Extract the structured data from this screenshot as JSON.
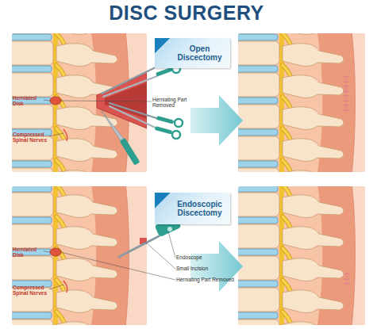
{
  "diagram": {
    "title": "DISC SURGERY",
    "nodes": [
      {
        "text": [
          "Open Discectomy"
        ]
      },
      {
        "text": [
          "Endoscopic Discectomy"
        ]
      }
    ],
    "labels": [
      "Herniated Disk",
      "Compressed Spinal Nerves",
      "Herniating Part Removed",
      "Herniated Disk",
      "Compressed Spinal Nerves",
      "Endoscope",
      "Small Incision",
      "Herniating Part Removed"
    ]
  }
}
